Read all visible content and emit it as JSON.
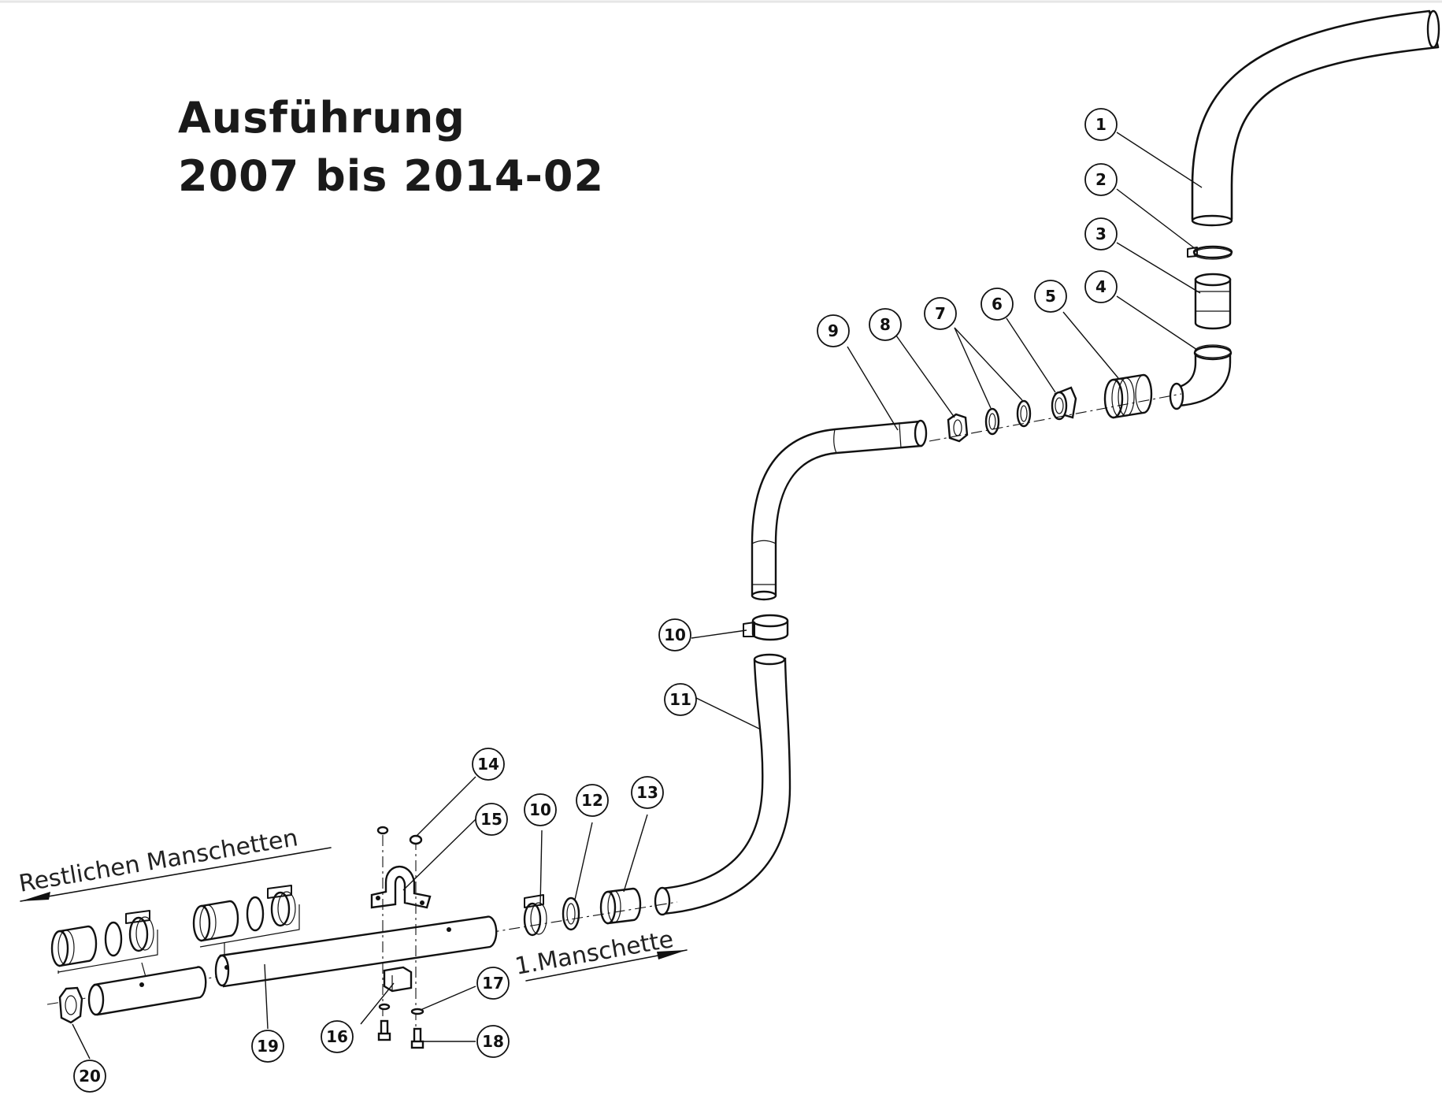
{
  "title": {
    "line1": "Ausführung",
    "line2": "2007 bis 2014-02"
  },
  "notes": {
    "remaining_sleeves": "Restlichen Manschetten",
    "first_sleeve": "1.Manschette"
  },
  "callouts": [
    "1",
    "2",
    "3",
    "4",
    "5",
    "6",
    "7",
    "8",
    "9",
    "10",
    "11",
    "10",
    "12",
    "13",
    "14",
    "15",
    "16",
    "17",
    "18",
    "19",
    "20"
  ]
}
